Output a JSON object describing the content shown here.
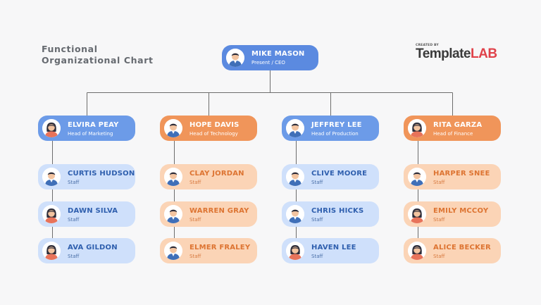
{
  "title": {
    "line1": "Functional",
    "line2": "Organizational Chart"
  },
  "brand": {
    "created_by": "CREATED BY",
    "name_main": "Template",
    "name_accent": "LAB"
  },
  "colors": {
    "ceo": "#5b8ae0",
    "blue_head": "#6c9be8",
    "orange_head": "#f0955a",
    "blue_staff": "#cfe0fb",
    "orange_staff": "#fbd4b6",
    "connector": "#6d6d6d"
  },
  "ceo": {
    "name": "MIKE MASON",
    "role": "Present / CEO",
    "icon": "man-avatar-icon"
  },
  "departments": [
    {
      "head": {
        "name": "ELVIRA PEAY",
        "role": "Head of  Marketing",
        "icon": "woman-avatar-icon",
        "color": "blue"
      },
      "staff": [
        {
          "name": "CURTIS HUDSON",
          "role": "Staff",
          "icon": "man-avatar-icon"
        },
        {
          "name": "DAWN SILVA",
          "role": "Staff",
          "icon": "woman-avatar-icon"
        },
        {
          "name": "AVA GILDON",
          "role": "Staff",
          "icon": "woman-avatar-icon"
        }
      ]
    },
    {
      "head": {
        "name": "HOPE DAVIS",
        "role": "Head of  Technology",
        "icon": "man-avatar-icon",
        "color": "orange"
      },
      "staff": [
        {
          "name": "CLAY JORDAN",
          "role": "Staff",
          "icon": "man-avatar-icon"
        },
        {
          "name": "WARREN GRAY",
          "role": "Staff",
          "icon": "man-avatar-icon"
        },
        {
          "name": "ELMER FRALEY",
          "role": "Staff",
          "icon": "man-avatar-icon"
        }
      ]
    },
    {
      "head": {
        "name": "JEFFREY LEE",
        "role": "Head of Production",
        "icon": "man-avatar-icon",
        "color": "blue"
      },
      "staff": [
        {
          "name": "CLIVE MOORE",
          "role": "Staff",
          "icon": "man-avatar-icon"
        },
        {
          "name": "CHRIS HICKS",
          "role": "Staff",
          "icon": "man-avatar-icon"
        },
        {
          "name": "HAVEN LEE",
          "role": "Staff",
          "icon": "woman-avatar-icon"
        }
      ]
    },
    {
      "head": {
        "name": "RITA GARZA",
        "role": "Head of Finance",
        "icon": "woman-avatar-icon",
        "color": "orange"
      },
      "staff": [
        {
          "name": "HARPER SNEE",
          "role": "Staff",
          "icon": "man-avatar-icon"
        },
        {
          "name": "EMILY MCCOY",
          "role": "Staff",
          "icon": "woman-avatar-icon"
        },
        {
          "name": "ALICE BECKER",
          "role": "Staff",
          "icon": "woman-avatar-icon"
        }
      ]
    }
  ]
}
